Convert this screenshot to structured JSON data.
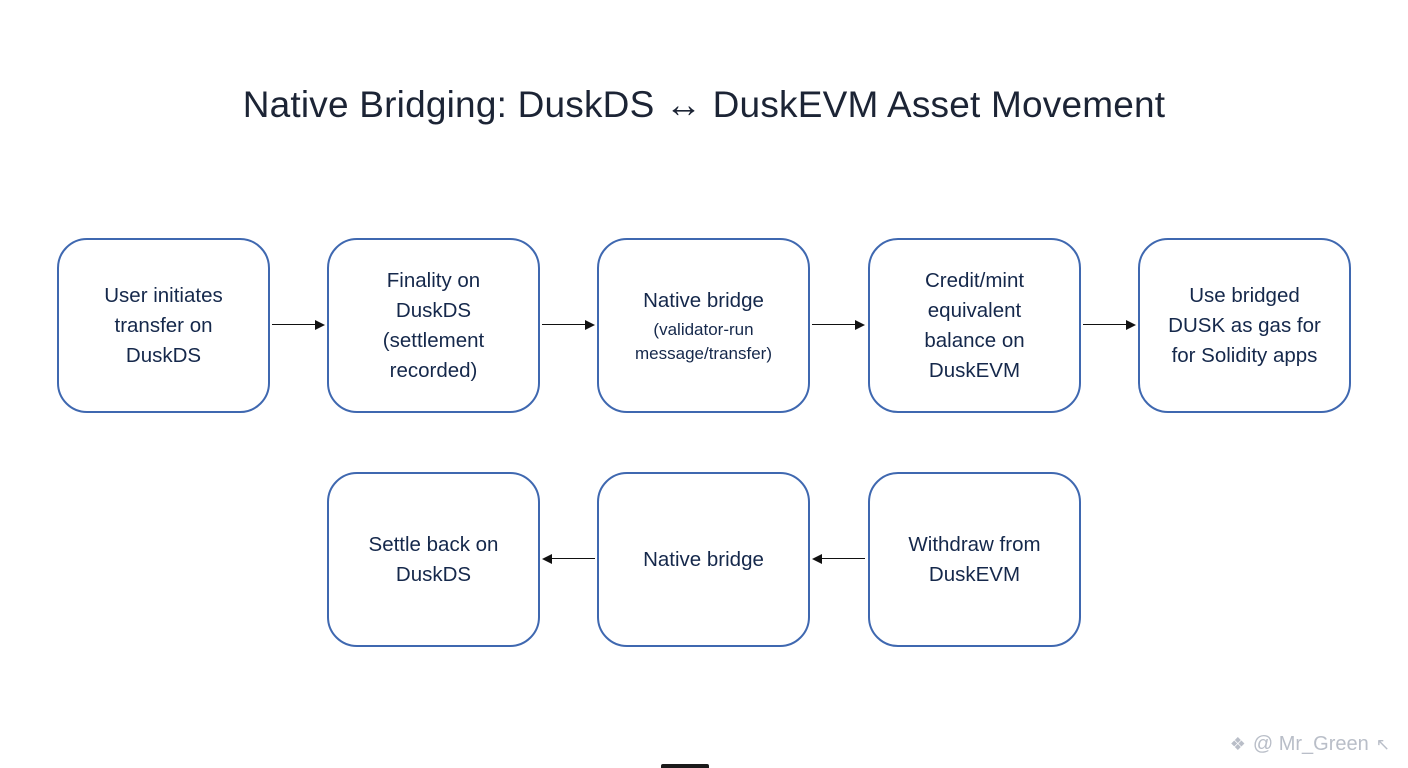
{
  "title": "Native Bridging: DuskDS ↔ DuskEVM Asset Movement",
  "flow": {
    "forward": [
      {
        "text": "User initiates\ntransfer on\nDuskDS"
      },
      {
        "text": "Finality on\nDuskDS\n(settlement\nrecorded)"
      },
      {
        "text": "Native bridge",
        "subtext": "(validator-run\nmessage/transfer)"
      },
      {
        "text": "Credit/mint\nequivalent\nbalance on\nDuskEVM"
      },
      {
        "text": "Use bridged\nDUSK as gas for\nfor Solidity apps"
      }
    ],
    "backward": [
      {
        "text": "Withdraw from\nDuskEVM"
      },
      {
        "text": "Native bridge"
      },
      {
        "text": "Settle back on\nDuskDS"
      }
    ]
  },
  "watermark": {
    "logo_icon": "❖",
    "text": "@ Mr_Green",
    "cursor_icon": "↖"
  },
  "colors": {
    "title": "#1c2435",
    "box_border": "#3f68b0",
    "box_text": "#15284b",
    "arrow": "#111111",
    "watermark": "#b9bec8"
  }
}
